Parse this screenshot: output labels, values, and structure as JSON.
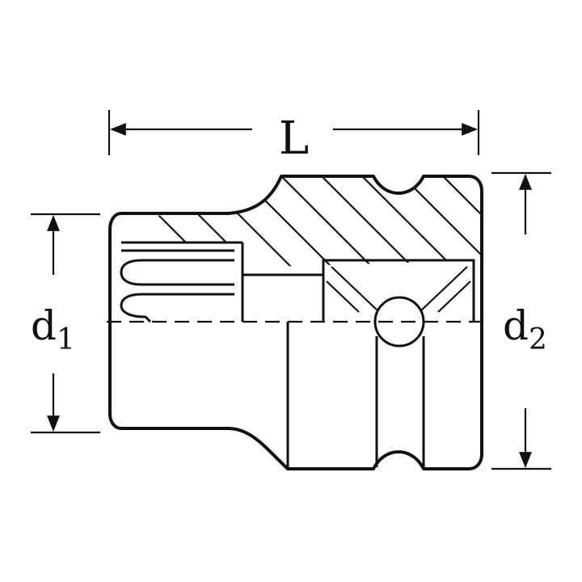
{
  "labels": {
    "length": "L",
    "d1_main": "d",
    "d1_sub": "1",
    "d2_main": "d",
    "d2_sub": "2"
  },
  "colors": {
    "ink": "#111111",
    "background": "#ffffff"
  }
}
